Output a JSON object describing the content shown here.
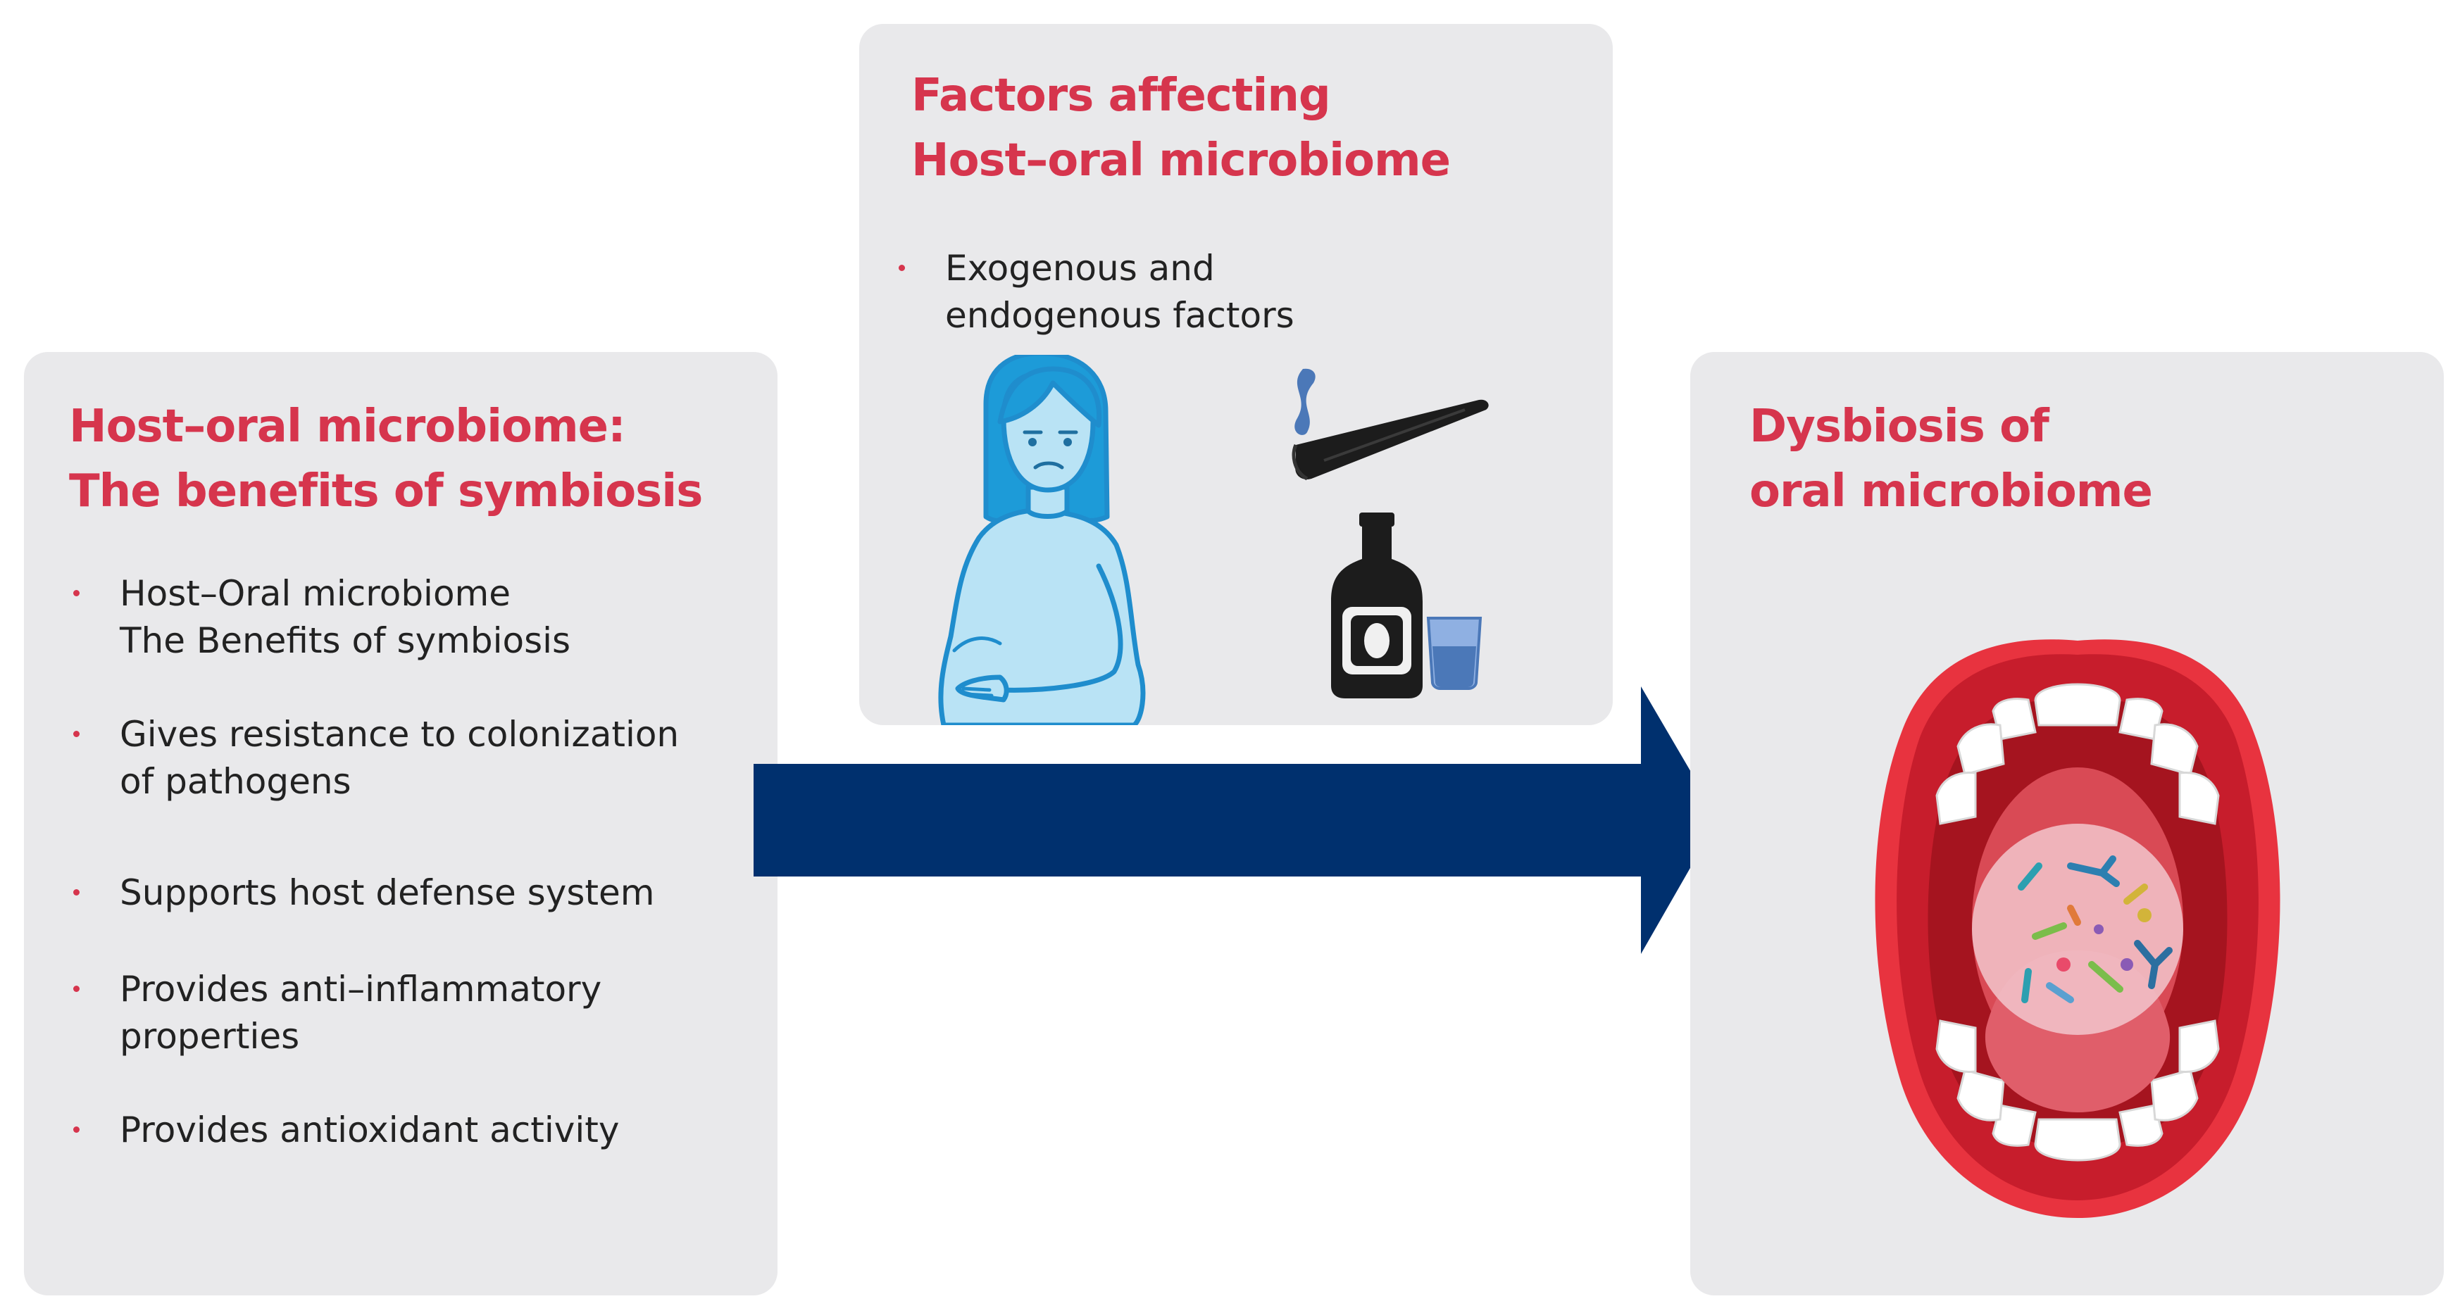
{
  "left_panel": {
    "title_lines": [
      "Host–oral microbiome:",
      "The benefits of symbiosis"
    ],
    "bullets": [
      {
        "lines": [
          "Host–Oral microbiome",
          "The Benefits of symbiosis"
        ]
      },
      {
        "lines": [
          "Gives resistance to colonization",
          "of pathogens"
        ]
      },
      {
        "lines": [
          "Supports host defense system"
        ]
      },
      {
        "lines": [
          "Provides anti–inflammatory",
          "properties"
        ]
      },
      {
        "lines": [
          "Provides antioxidant activity"
        ]
      }
    ]
  },
  "middle_panel": {
    "title_lines": [
      "Factors affecting",
      "Host–oral microbiome"
    ],
    "bullets": [
      {
        "lines": [
          "Exogenous and",
          "endogenous factors"
        ]
      }
    ],
    "illustrations": [
      "pregnant-woman-icon",
      "cigarette-icon",
      "liquor-bottle-icon",
      "glass-icon"
    ]
  },
  "right_panel": {
    "title_lines": [
      "Dysbiosis of",
      "oral microbiome"
    ],
    "illustrations": [
      "open-mouth-microbes-icon"
    ]
  },
  "colors": {
    "title_red": "#d6354d",
    "panel_gray": "#e9e9eb",
    "arrow_navy": "#00306e",
    "text_dark": "#222222",
    "person_fill": "#b9e3f5",
    "person_stroke": "#1f8dcd"
  }
}
